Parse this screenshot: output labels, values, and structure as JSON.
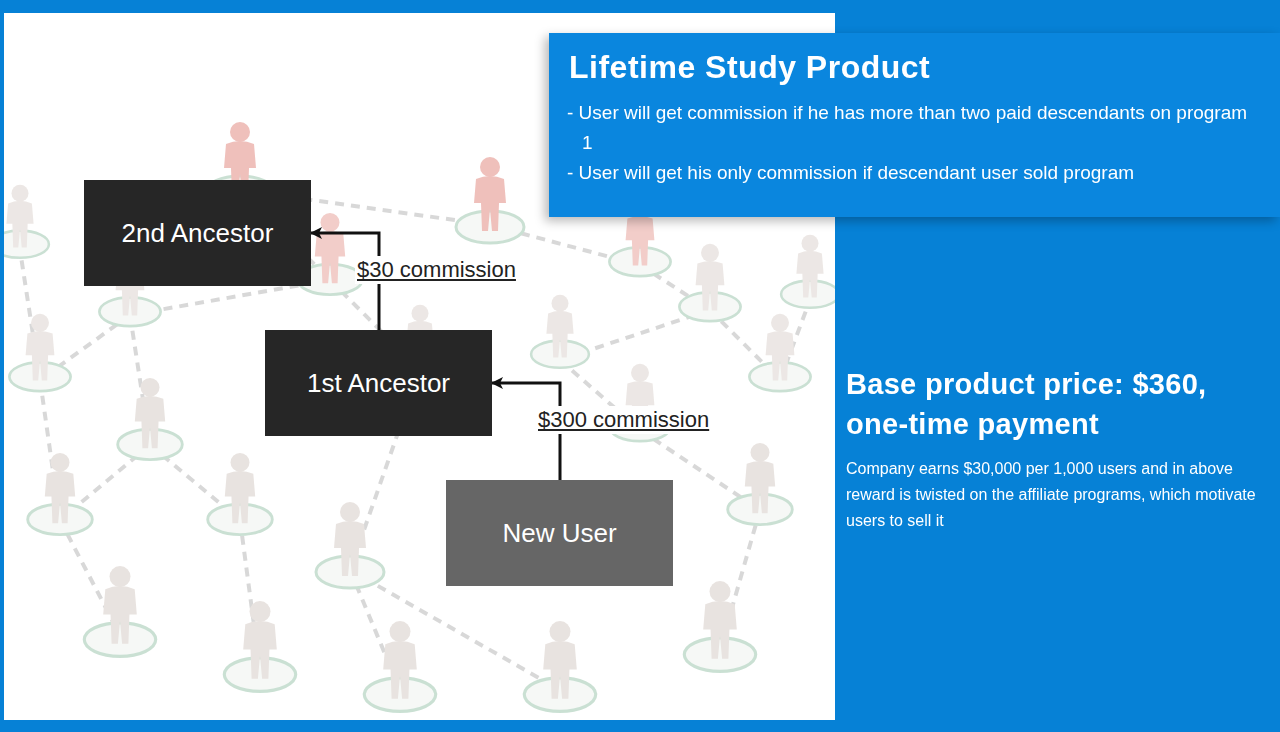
{
  "diagram": {
    "nodes": [
      {
        "text": [
          "Lifetime Study Product",
          "- User will get commission if he has more than two paid descendants on program 1",
          "- User will get his only commission if descendant user sold program"
        ]
      },
      {
        "text": [
          "2nd Ancestor"
        ]
      },
      {
        "text": [
          "1st Ancestor"
        ]
      },
      {
        "text": [
          "New User"
        ]
      }
    ],
    "edges": [
      {
        "from": 3,
        "to": 2,
        "arrow": "to",
        "label": "$300 commission"
      },
      {
        "from": 2,
        "to": 1,
        "arrow": "to",
        "label": "$30 commission"
      }
    ],
    "labels": [
      "Base product price: $360, one-time payment",
      "Company earns $30,000 per 1,000 users and in above reward is twisted on the affiliate programs, which motivate users to sell it"
    ]
  }
}
